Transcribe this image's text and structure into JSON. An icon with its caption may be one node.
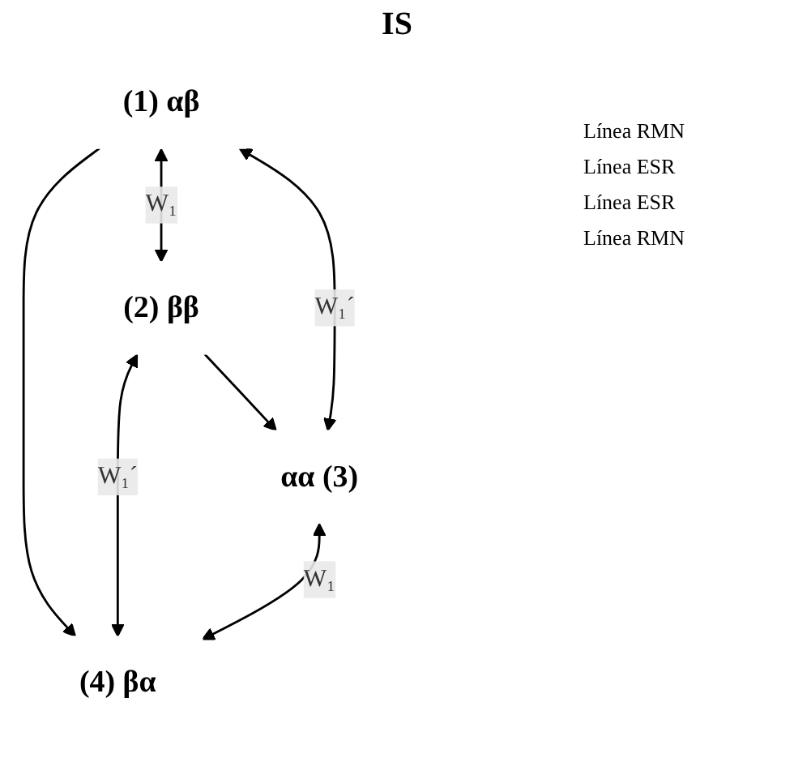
{
  "diagram": {
    "title": "IS",
    "nodes": [
      {
        "text": [
          "(1) αβ"
        ]
      },
      {
        "text": [
          "(2) ββ"
        ]
      },
      {
        "text": [
          "αα (3)"
        ]
      },
      {
        "text": [
          "(4) βα"
        ]
      }
    ],
    "edges": [
      {
        "from": 0,
        "to": 3,
        "arrow": "to"
      },
      {
        "from": 1,
        "to": 2,
        "arrow": "to"
      },
      {
        "from": 0,
        "to": 1,
        "arrow": "both",
        "label": "W₁"
      },
      {
        "from": 0,
        "to": 2,
        "arrow": "both",
        "label": "W₁´"
      },
      {
        "from": 1,
        "to": 3,
        "arrow": "both",
        "label": "W₁´"
      },
      {
        "from": 2,
        "to": 3,
        "arrow": "both",
        "label": "W₁"
      }
    ],
    "labels": [
      "Línea RMN",
      "Línea ESR",
      "Línea ESR",
      "Línea RMN"
    ]
  }
}
